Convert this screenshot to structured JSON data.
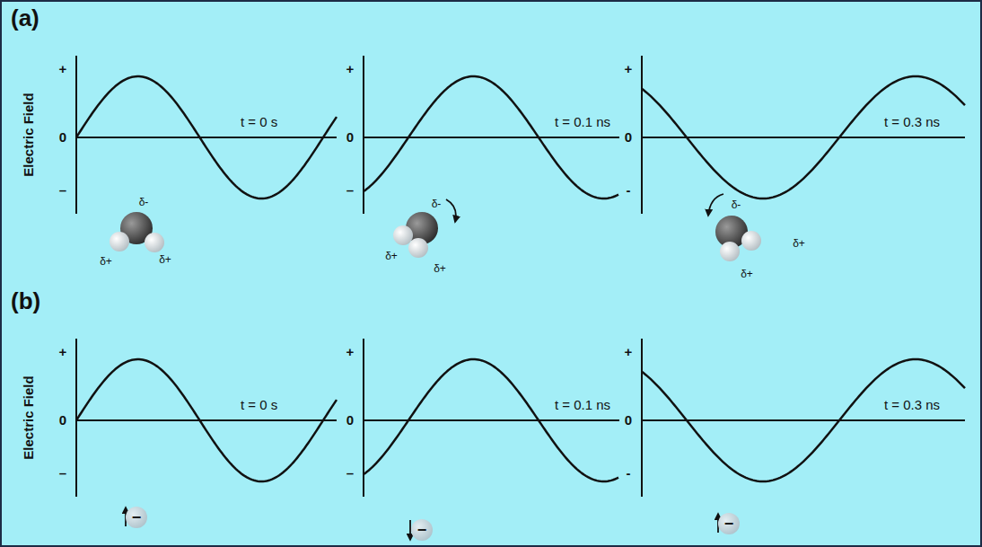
{
  "diagram": {
    "nodes": [
      {
        "text": [
          "−"
        ]
      },
      {
        "text": [
          "−"
        ]
      },
      {
        "text": [
          "−"
        ]
      }
    ],
    "labels": [
      "(a)",
      "Electric Field",
      "+",
      "0",
      "–",
      "t = 0 s",
      "+",
      "0",
      "–",
      "t = 0.1 ns",
      "+",
      "0",
      "-",
      "t = 0.3 ns",
      "δ-",
      "δ+",
      "δ+",
      "δ-",
      "δ+",
      "δ+",
      "δ-",
      "δ+",
      "δ+",
      "(b)",
      "Electric Field",
      "+",
      "0",
      "–",
      "t = 0 s",
      "+",
      "0",
      "–",
      "t = 0.1 ns",
      "+",
      "0",
      "-",
      "t = 0.3 ns"
    ]
  }
}
